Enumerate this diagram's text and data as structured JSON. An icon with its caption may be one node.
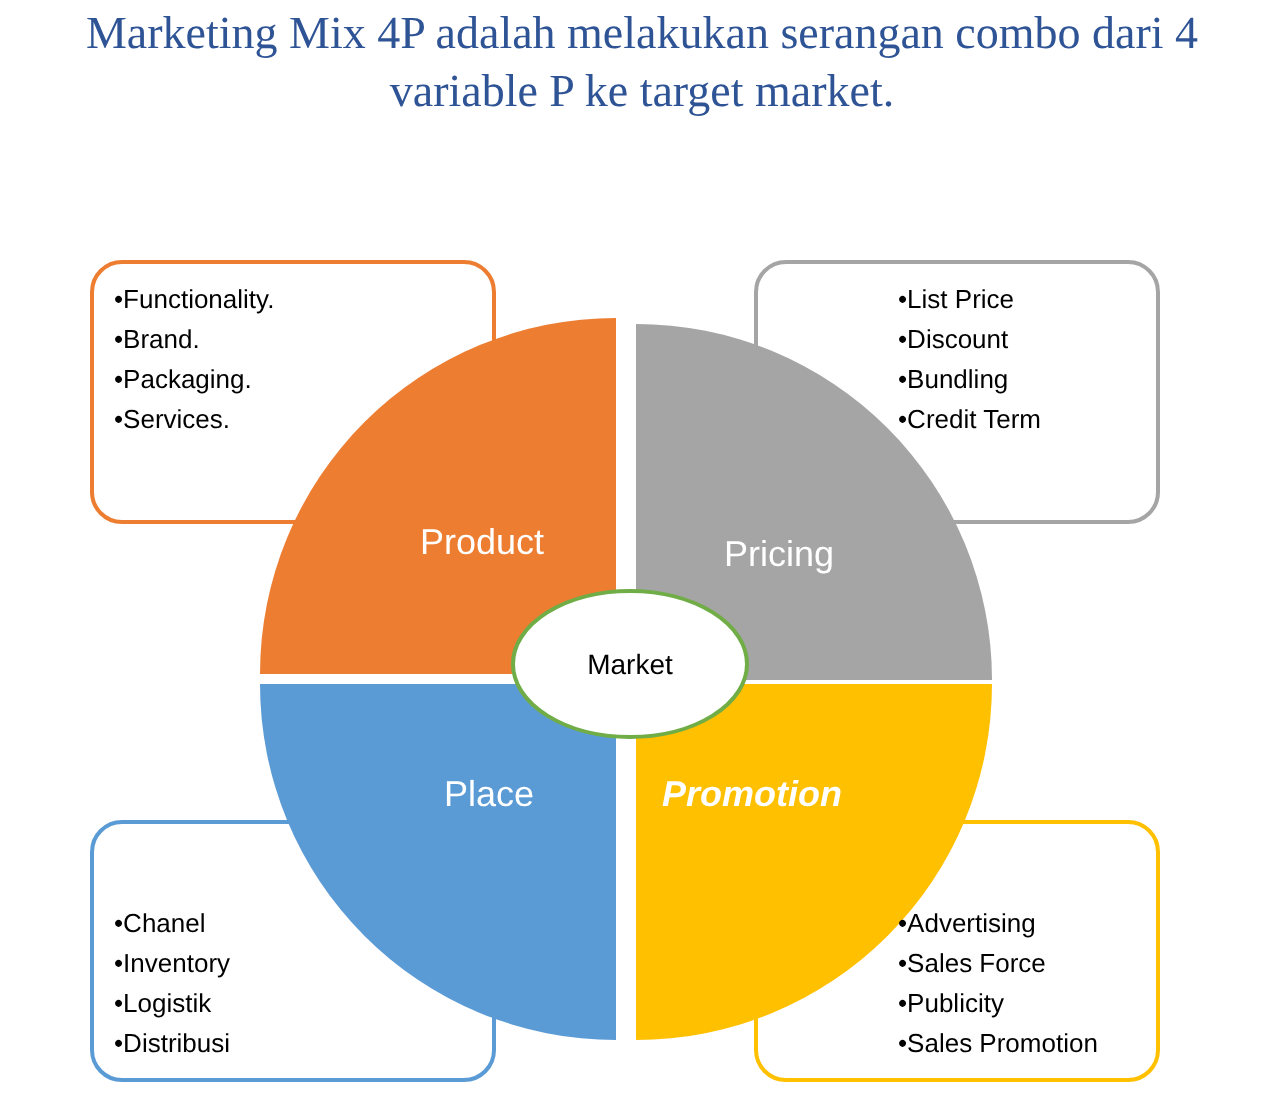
{
  "diagram": {
    "title": "Marketing Mix 4P adalah melakukan serangan combo dari 4 variable P ke target market.",
    "nodes": [
      {
        "text": [
          "•Functionality.",
          "•Brand.",
          "•Packaging.",
          "•Services."
        ]
      },
      {
        "text": [
          "•List Price",
          "•Discount",
          "•Bundling",
          "•Credit Term"
        ]
      },
      {
        "text": [
          "Product"
        ]
      },
      {
        "text": [
          "Pricing"
        ]
      },
      {
        "text": [
          "Place"
        ]
      },
      {
        "text": [
          "Promotion"
        ]
      },
      {
        "text": [
          "Market"
        ]
      },
      {
        "text": [
          "•Chanel",
          "•Inventory",
          "•Logistik",
          "•Distribusi"
        ]
      },
      {
        "text": [
          "•Advertising",
          "•Sales Force",
          "•Publicity",
          "•Sales Promotion"
        ]
      }
    ]
  }
}
